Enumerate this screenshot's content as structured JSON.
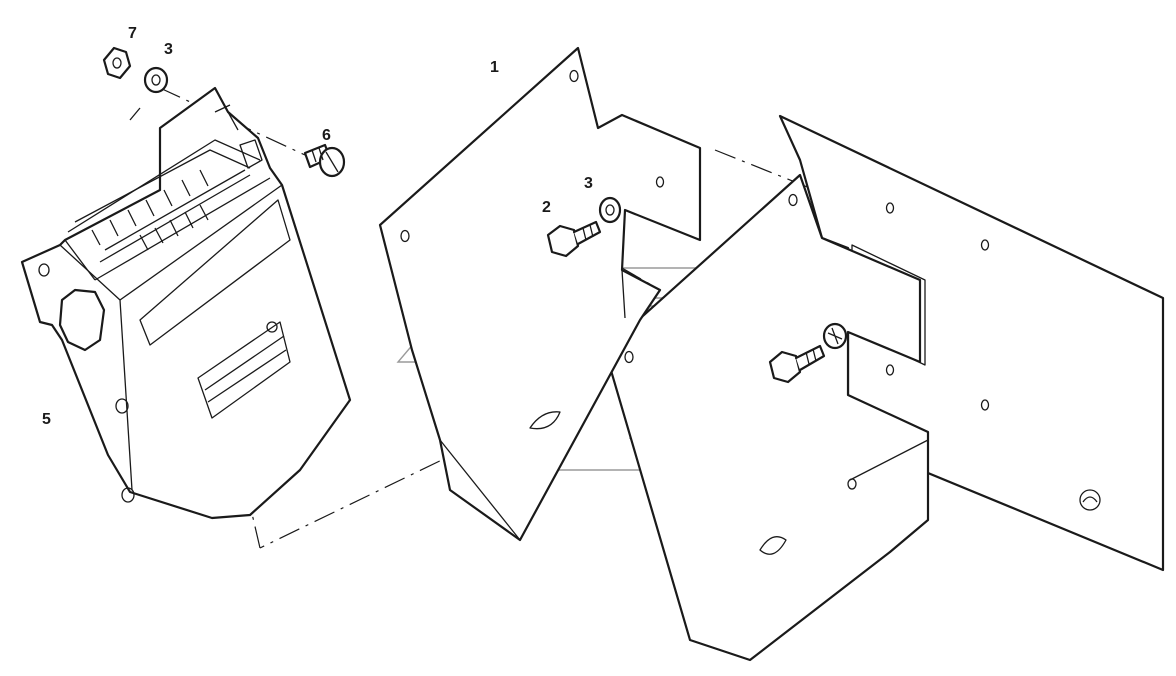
{
  "callouts": {
    "c1": "1",
    "c2": "2",
    "c3a": "3",
    "c3b": "3",
    "c5": "5",
    "c6": "6",
    "c7": "7"
  },
  "colors": {
    "line": "#1a1a1a",
    "background": "#ffffff",
    "watermark": "#9a9a9a"
  }
}
